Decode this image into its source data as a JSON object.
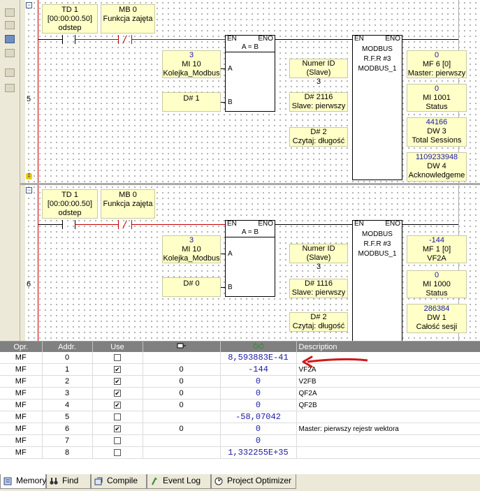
{
  "rungs": [
    {
      "number": "5",
      "td": {
        "name": "TD 1",
        "time": "[00:00:00.50]",
        "label": "odstep"
      },
      "mb": {
        "name": "MB 0",
        "label": "Funkcja zajęta"
      },
      "cmp": {
        "en": "EN",
        "eno": "ENO",
        "title": "A = B",
        "pin_a": "A",
        "pin_b": "B",
        "in_a": {
          "value": "3",
          "name": "MI 10",
          "label": "Kolejka_Modbus"
        },
        "in_b": {
          "name": "D# 1"
        }
      },
      "modbus": {
        "en": "EN",
        "eno": "ENO",
        "title": "MODBUS",
        "line2": "R.F.R #3",
        "line3": "MODBUS_1",
        "inputs": [
          {
            "name": "Numer ID (Slave)",
            "label": "3"
          },
          {
            "name": "D# 2116",
            "label": "Slave: pierwszy"
          },
          {
            "name": "D# 2",
            "label": "Czytaj: długość"
          }
        ],
        "outputs": [
          {
            "value": "0",
            "name": "MF 6 [0]",
            "label": "Master: pierwszy"
          },
          {
            "value": "0",
            "name": "MI 1001",
            "label": "Status"
          },
          {
            "value": "44166",
            "name": "DW 3",
            "label": "Total Sessions"
          },
          {
            "value": "1109233948",
            "name": "DW 4",
            "label": "Acknowledgeme"
          }
        ]
      }
    },
    {
      "number": "6",
      "td": {
        "name": "TD 1",
        "time": "[00:00:00.50]",
        "label": "odstep"
      },
      "mb": {
        "name": "MB 0",
        "label": "Funkcja zajęta"
      },
      "cmp": {
        "en": "EN",
        "eno": "ENO",
        "title": "A = B",
        "pin_a": "A",
        "pin_b": "B",
        "in_a": {
          "value": "3",
          "name": "MI 10",
          "label": "Kolejka_Modbus"
        },
        "in_b": {
          "name": "D# 0"
        }
      },
      "modbus": {
        "en": "EN",
        "eno": "ENO",
        "title": "MODBUS",
        "line2": "R.F.R #3",
        "line3": "MODBUS_1",
        "inputs": [
          {
            "name": "Numer ID (Slave)",
            "label": "3"
          },
          {
            "name": "D# 1116",
            "label": "Slave: pierwszy"
          },
          {
            "name": "D# 2",
            "label": "Czytaj: długość"
          }
        ],
        "outputs": [
          {
            "value": "-144",
            "name": "MF 1 [0]",
            "label": "VF2A"
          },
          {
            "value": "0",
            "name": "MI 1000",
            "label": "Status"
          },
          {
            "value": "286384",
            "name": "DW 1",
            "label": "Całość sesji"
          }
        ]
      }
    }
  ],
  "table": {
    "headers": {
      "opr": "Opr.",
      "addr": "Addr.",
      "use": "Use",
      "desc": "Description"
    },
    "rows": [
      {
        "opr": "MF",
        "addr": "0",
        "use": false,
        "force": "",
        "value": "8,593883E-41",
        "desc": ""
      },
      {
        "opr": "MF",
        "addr": "1",
        "use": true,
        "force": "0",
        "value": "-144",
        "desc": "VF2A"
      },
      {
        "opr": "MF",
        "addr": "2",
        "use": true,
        "force": "0",
        "value": "0",
        "desc": "V2FB"
      },
      {
        "opr": "MF",
        "addr": "3",
        "use": true,
        "force": "0",
        "value": "0",
        "desc": "QF2A"
      },
      {
        "opr": "MF",
        "addr": "4",
        "use": true,
        "force": "0",
        "value": "0",
        "desc": "QF2B"
      },
      {
        "opr": "MF",
        "addr": "5",
        "use": false,
        "force": "",
        "value": "-58,07042",
        "desc": ""
      },
      {
        "opr": "MF",
        "addr": "6",
        "use": true,
        "force": "0",
        "value": "0",
        "desc": "Master: pierwszy rejestr wektora"
      },
      {
        "opr": "MF",
        "addr": "7",
        "use": false,
        "force": "",
        "value": "0",
        "desc": ""
      },
      {
        "opr": "MF",
        "addr": "8",
        "use": false,
        "force": "",
        "value": "1,332255E+35",
        "desc": ""
      }
    ]
  },
  "tabs": [
    {
      "label": "Memory",
      "icon": "memory-icon"
    },
    {
      "label": "Find",
      "icon": "binoculars-icon"
    },
    {
      "label": "Compile",
      "icon": "compile-icon"
    },
    {
      "label": "Event Log",
      "icon": "event-log-icon"
    },
    {
      "label": "Project Optimizer",
      "icon": "optimizer-icon"
    }
  ],
  "colors": {
    "highlight_box": "#ffffc8",
    "value_text": "#1a1aa8",
    "power_rail": "#c00000",
    "header_bg": "#808080",
    "annotation_arrow": "#d01818"
  }
}
